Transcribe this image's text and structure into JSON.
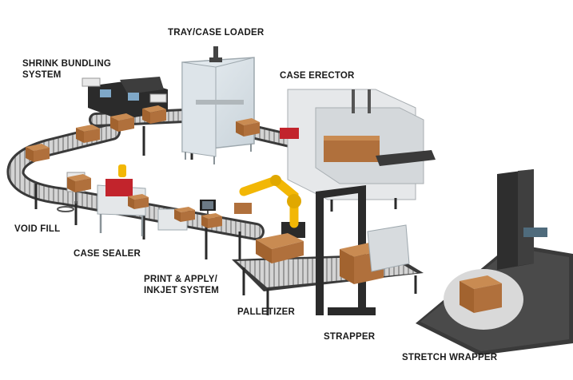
{
  "labels": {
    "tray_case_loader": "TRAY/CASE LOADER",
    "shrink_bundling": "SHRINK BUNDLING\nSYSTEM",
    "case_erector": "CASE ERECTOR",
    "void_fill": "VOID FILL",
    "case_sealer": "CASE SEALER",
    "print_apply": "PRINT & APPLY/\nINKJET SYSTEM",
    "palletizer": "PALLETIZER",
    "strapper": "STRAPPER",
    "stretch_wrapper": "STRETCH WRAPPER"
  },
  "colors": {
    "conveyor": "#3a3a3a",
    "roller": "#c9c9c9",
    "box": "#b0703c",
    "box_top": "#c98b52",
    "machine_frame": "#cfd3d6",
    "robot": "#f2b705",
    "accent_red": "#c2242c",
    "dark": "#2a2a2a"
  }
}
